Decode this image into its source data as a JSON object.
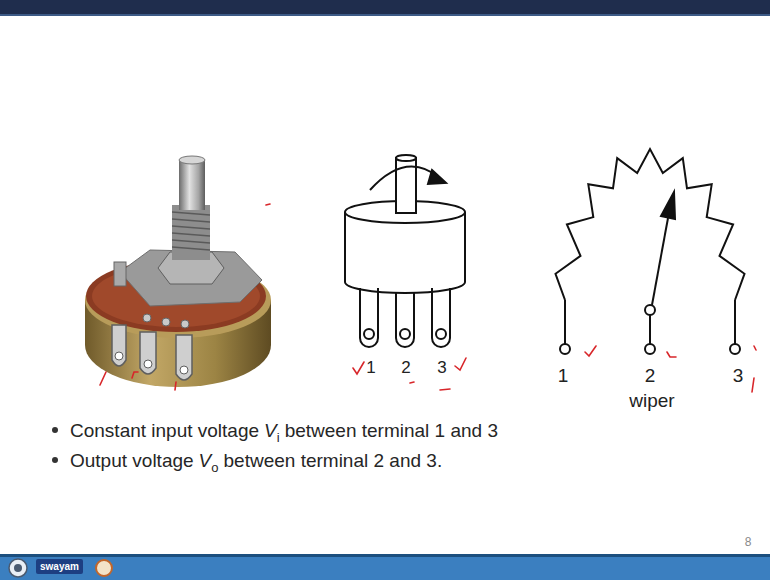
{
  "diagram": {
    "labels": [
      "1",
      "2",
      "3",
      "1",
      "2",
      "3",
      "wiper",
      "Constant input voltage",
      "V",
      "i",
      "between terminal 1 and 3",
      "Output voltage",
      "V",
      "o",
      "between terminal 2 and 3.",
      "8",
      "swayam"
    ]
  }
}
